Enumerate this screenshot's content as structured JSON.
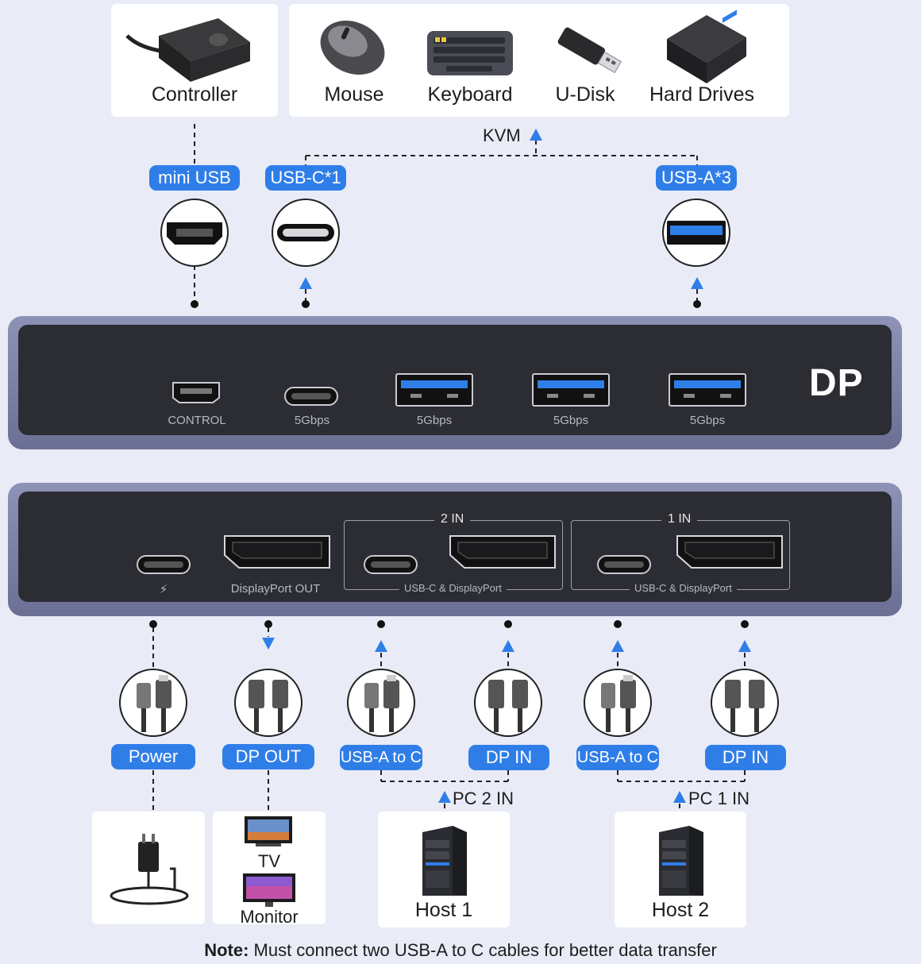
{
  "top_devices": {
    "controller": "Controller",
    "mouse": "Mouse",
    "keyboard": "Keyboard",
    "udisk": "U-Disk",
    "hard_drives": "Hard Drives",
    "kvm": "KVM"
  },
  "top_ports": {
    "mini_usb": "mini USB",
    "usb_c": "USB-C*1",
    "usb_a": "USB-A*3"
  },
  "front_panel": {
    "logo": "DP",
    "control": "CONTROL",
    "usb_c_speed": "5Gbps",
    "usb_a_speed_1": "5Gbps",
    "usb_a_speed_2": "5Gbps",
    "usb_a_speed_3": "5Gbps"
  },
  "rear_panel": {
    "power_symbol": "⚡",
    "dp_out": "DisplayPort OUT",
    "group_2_title": "2 IN",
    "group_2_sub": "USB-C & DisplayPort",
    "group_1_title": "1 IN",
    "group_1_sub": "USB-C & DisplayPort"
  },
  "cables": {
    "power": "Power",
    "dp_out": "DP OUT",
    "usb_a_to_c_2": "USB-A to C",
    "dp_in_2": "DP IN",
    "usb_a_to_c_1": "USB-A to C",
    "dp_in_1": "DP IN"
  },
  "bottom": {
    "pc2_in": "PC 2 IN",
    "pc1_in": "PC 1 IN",
    "tv": "TV",
    "monitor": "Monitor",
    "host1": "Host 1",
    "host2": "Host 2"
  },
  "note": {
    "bold": "Note:",
    "text": " Must connect two USB-A to C cables for better data transfer"
  },
  "colors": {
    "background": "#e9ebf7",
    "accent": "#2f7ee8",
    "panel_frame": "#7c80a6",
    "panel_face": "#2c2d33"
  }
}
